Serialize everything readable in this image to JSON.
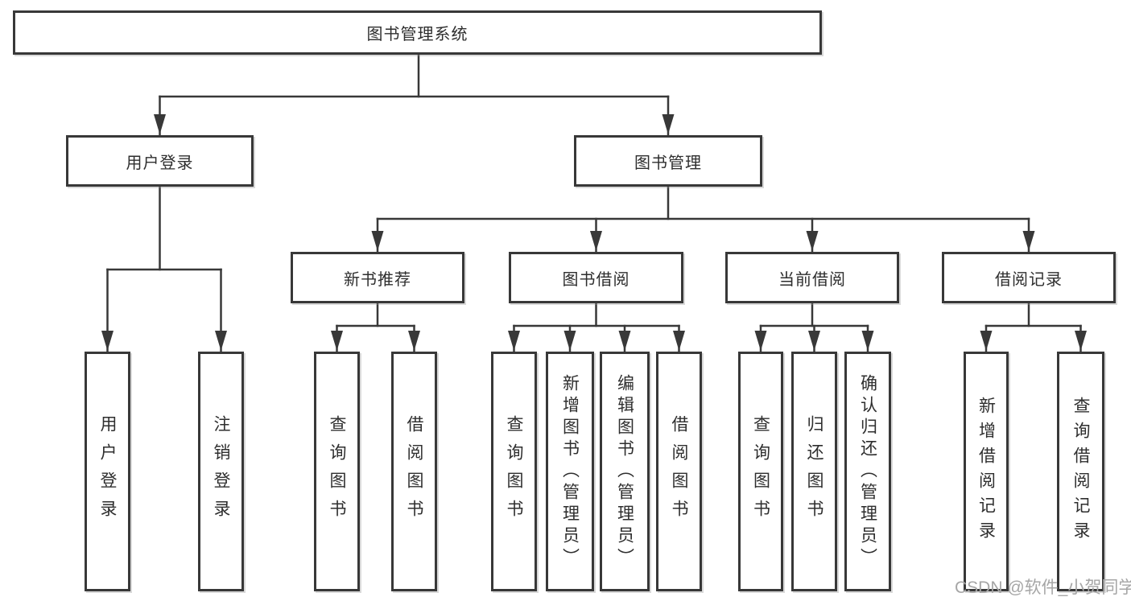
{
  "diagram": {
    "tree": {
      "root": {
        "label": "图书管理系统"
      },
      "branches": [
        {
          "label": "用户登录",
          "children": [
            {
              "label": "用户登录"
            },
            {
              "label": "注销登录"
            }
          ]
        },
        {
          "label": "图书管理",
          "children": [
            {
              "label": "新书推荐",
              "children": [
                {
                  "label": "查询图书"
                },
                {
                  "label": "借阅图书"
                }
              ]
            },
            {
              "label": "图书借阅",
              "children": [
                {
                  "label": "查询图书"
                },
                {
                  "label": "新增图书（管理员）"
                },
                {
                  "label": "编辑图书（管理员）"
                },
                {
                  "label": "借阅图书"
                }
              ]
            },
            {
              "label": "当前借阅",
              "children": [
                {
                  "label": "查询图书"
                },
                {
                  "label": "归还图书"
                },
                {
                  "label": "确认归还（管理员）"
                }
              ]
            },
            {
              "label": "借阅记录",
              "children": [
                {
                  "label": "新增借阅记录"
                },
                {
                  "label": "查询借阅记录"
                }
              ]
            }
          ]
        }
      ]
    },
    "watermark": "CSDN @软件_小贺同学",
    "colors": {
      "line": "#383838",
      "text": "#2e2e2e",
      "background": "#ffffff",
      "watermark": "#a6a6a6"
    }
  }
}
